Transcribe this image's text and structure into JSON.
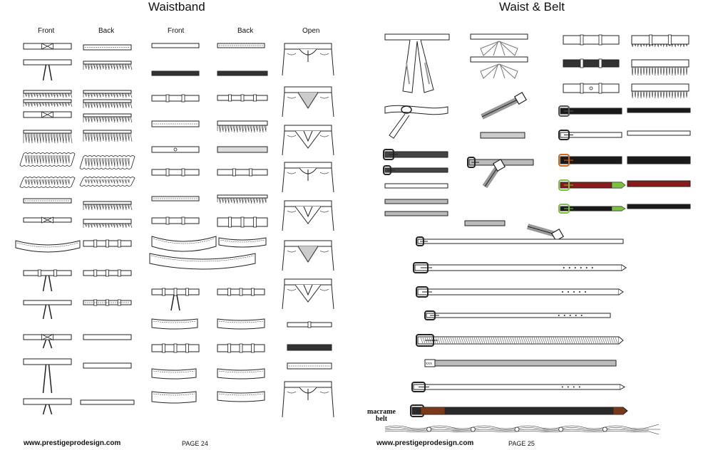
{
  "page24": {
    "title": "Waistband",
    "headers": [
      "Front",
      "Back",
      "Front",
      "Back",
      "Open"
    ],
    "website": "www.prestigeprodesign.com",
    "page_label": "PAGE 24"
  },
  "page25": {
    "title": "Waist & Belt",
    "macrame_label": "macrame belt",
    "badge_text": "xxx",
    "website": "www.prestigeprodesign.com",
    "page_label": "PAGE 25"
  },
  "colors": {
    "line": "#222222",
    "black_belt": "#1a1a1a",
    "red_belt": "#8b1a1a",
    "green_buckle": "#7cc242",
    "orange_buckle": "#d2691e",
    "brown_leather": "#7a3a1a",
    "grey_belt": "#bbbbbb"
  },
  "icons": [
    "waistband-sketch",
    "pants-open-sketch",
    "belt-sketch",
    "buckle-icon",
    "bow-tie-icon",
    "macrame-belt-sketch"
  ]
}
